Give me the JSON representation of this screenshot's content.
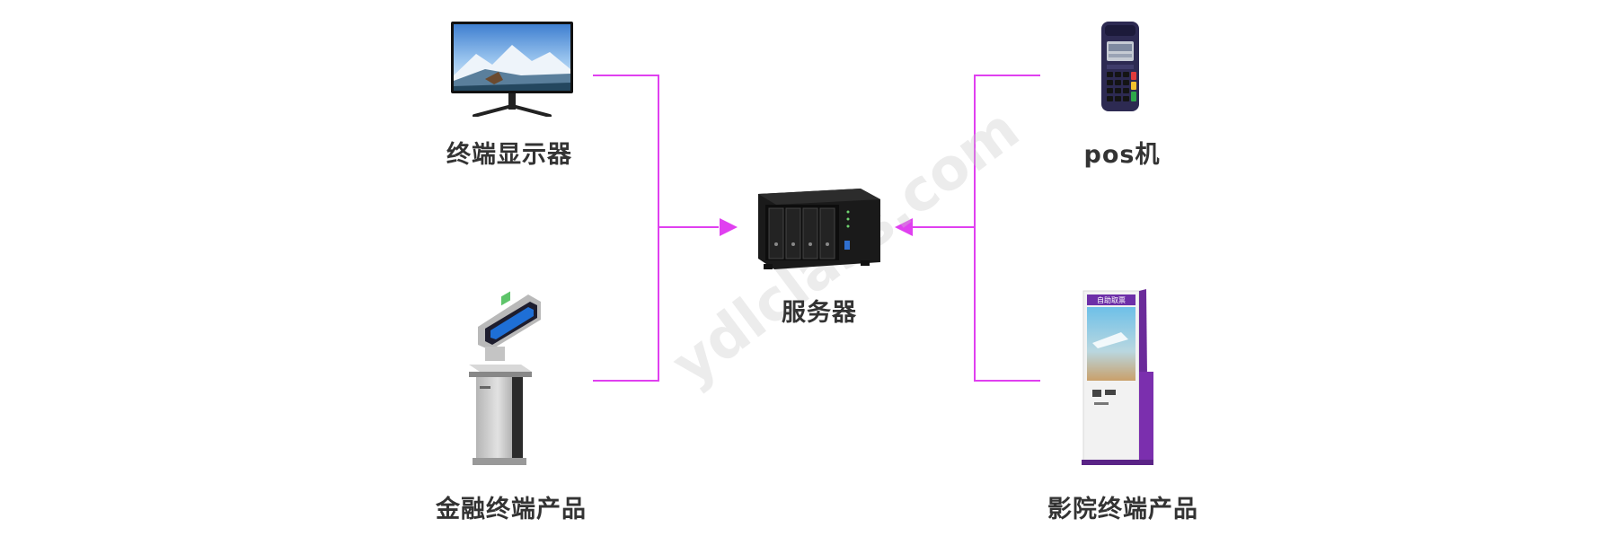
{
  "nodes": {
    "monitor": {
      "label": "终端显示器"
    },
    "kiosk_finance": {
      "label": "金融终端产品"
    },
    "server": {
      "label": "服务器"
    },
    "pos": {
      "label": "pos机"
    },
    "kiosk_cinema": {
      "label": "影院终端产品",
      "screen_header": "自助取票"
    }
  },
  "edges": [
    {
      "from": "终端显示器",
      "to": "服务器"
    },
    {
      "from": "金融终端产品",
      "to": "服务器"
    },
    {
      "from": "pos机",
      "to": "服务器"
    },
    {
      "from": "影院终端产品",
      "to": "服务器"
    }
  ],
  "watermark": "ydlclass.com",
  "colors": {
    "connector": "#E040F0",
    "label": "#333333"
  }
}
